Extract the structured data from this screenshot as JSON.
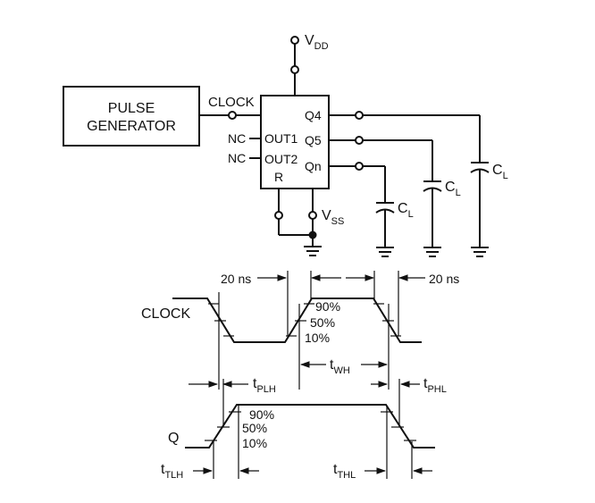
{
  "circuit": {
    "generator": {
      "line1": "PULSE",
      "line2": "GENERATOR"
    },
    "clock_pin": "CLOCK",
    "supply": {
      "vdd_main": "V",
      "vdd_sub": "DD",
      "vss_main": "V",
      "vss_sub": "SS"
    },
    "chip_pins": {
      "out1": "OUT1",
      "out2": "OUT2",
      "nc": "NC",
      "reset": "R",
      "q4": "Q4",
      "q5": "Q5",
      "qn": "Qn"
    },
    "load_cap": {
      "main": "C",
      "sub": "L"
    }
  },
  "timing": {
    "clock_label": "CLOCK",
    "q_label": "Q",
    "rise_time_left": "20 ns",
    "fall_time_right": "20 ns",
    "levels": [
      "90%",
      "50%",
      "10%"
    ],
    "twh": {
      "main": "t",
      "sub": "WH"
    },
    "tplh": {
      "main": "t",
      "sub": "PLH"
    },
    "tphl": {
      "main": "t",
      "sub": "PHL"
    },
    "ttlh": {
      "main": "t",
      "sub": "TLH"
    },
    "tthl": {
      "main": "t",
      "sub": "THL"
    }
  }
}
